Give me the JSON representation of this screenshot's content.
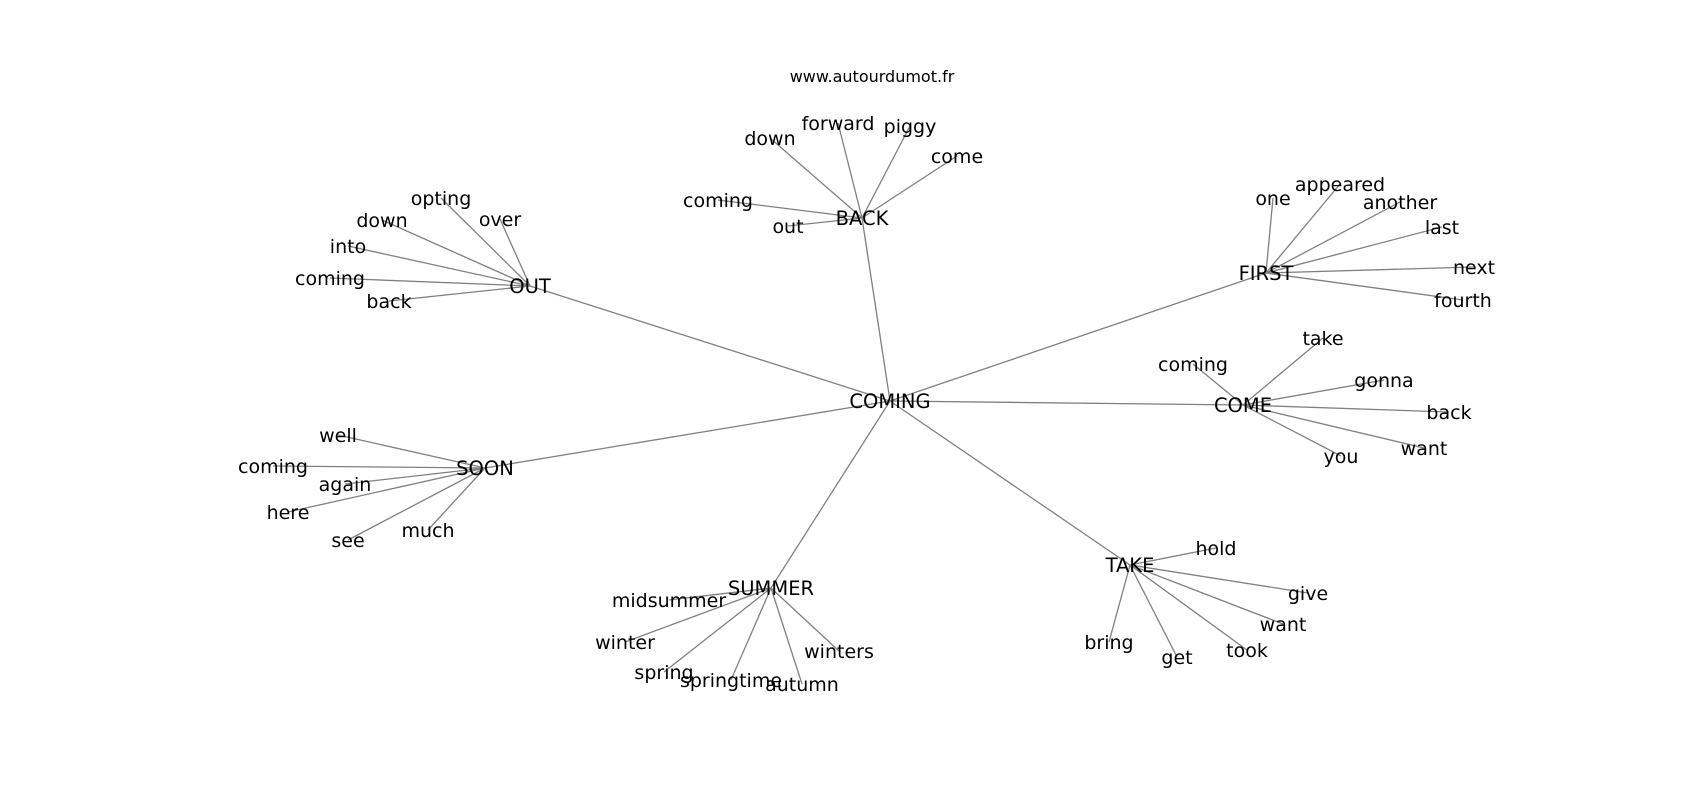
{
  "source": "www.autourdumot.fr",
  "center": "COMING",
  "clusters": [
    {
      "hub": "BACK",
      "words": [
        "down",
        "forward",
        "piggy",
        "come",
        "coming",
        "out"
      ]
    },
    {
      "hub": "FIRST",
      "words": [
        "one",
        "appeared",
        "another",
        "last",
        "next",
        "fourth"
      ]
    },
    {
      "hub": "OUT",
      "words": [
        "opting",
        "down",
        "over",
        "into",
        "coming",
        "back"
      ]
    },
    {
      "hub": "COME",
      "words": [
        "coming",
        "take",
        "gonna",
        "back",
        "want",
        "you"
      ]
    },
    {
      "hub": "SOON",
      "words": [
        "well",
        "coming",
        "again",
        "here",
        "see",
        "much"
      ]
    },
    {
      "hub": "TAKE",
      "words": [
        "hold",
        "give",
        "want",
        "took",
        "get",
        "bring"
      ]
    },
    {
      "hub": "SUMMER",
      "words": [
        "midsummer",
        "winter",
        "spring",
        "springtime",
        "autumn",
        "winters"
      ]
    }
  ],
  "colors": {
    "edge": "#808080",
    "text": "#000000",
    "background": "#ffffff"
  }
}
